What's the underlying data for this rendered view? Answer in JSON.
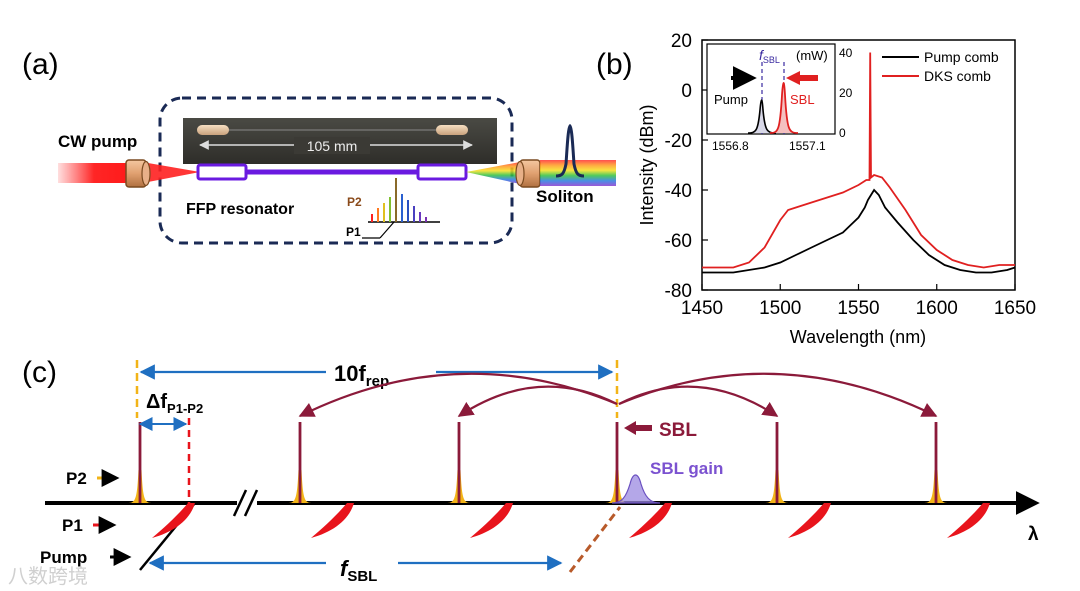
{
  "panel_a": {
    "label": "(a)",
    "cw_pump_label": "CW pump",
    "length_label": "105 mm",
    "resonator_label": "FFP resonator",
    "soliton_label": "Soliton",
    "p1_label": "P1",
    "p2_label": "P2"
  },
  "panel_b": {
    "label": "(b)",
    "inset": {
      "fsbl_label": "f",
      "fsbl_sub": "SBL",
      "unit_label": "(mW)",
      "pump_label": "Pump",
      "sbl_label": "SBL",
      "x_ticks": [
        "1556.8",
        "1557.1"
      ],
      "y_ticks": [
        "40",
        "20",
        "0"
      ]
    }
  },
  "chart_data": {
    "type": "line",
    "title": "",
    "xlabel": "Wavelength (nm)",
    "ylabel": "Intensity (dBm)",
    "xlim": [
      1450,
      1650
    ],
    "ylim": [
      -80,
      20
    ],
    "x_ticks": [
      1450,
      1500,
      1550,
      1600,
      1650
    ],
    "y_ticks": [
      20,
      0,
      -20,
      -40,
      -60,
      -80
    ],
    "legend_position": "top-right",
    "series": [
      {
        "name": "Pump comb",
        "color": "#000000",
        "x": [
          1450,
          1470,
          1490,
          1500,
          1510,
          1520,
          1530,
          1540,
          1545,
          1550,
          1554,
          1556,
          1558,
          1560,
          1563,
          1567,
          1575,
          1585,
          1595,
          1605,
          1615,
          1625,
          1635,
          1645,
          1650
        ],
        "y": [
          -73,
          -73,
          -71,
          -69,
          -66,
          -63,
          -60,
          -57,
          -54,
          -51,
          -47,
          -44,
          -42,
          -40,
          -42,
          -47,
          -53,
          -60,
          -66,
          -70,
          -72,
          -73,
          -73,
          -72,
          -71
        ]
      },
      {
        "name": "DKS comb",
        "color": "#e02020",
        "x": [
          1450,
          1470,
          1480,
          1490,
          1500,
          1505,
          1510,
          1520,
          1530,
          1540,
          1550,
          1555,
          1557,
          1557.5,
          1558,
          1560,
          1565,
          1570,
          1580,
          1590,
          1600,
          1610,
          1620,
          1630,
          1640,
          1650
        ],
        "y": [
          -71,
          -71,
          -69,
          -63,
          -52,
          -48,
          -47,
          -45,
          -43,
          -41,
          -38,
          -36,
          -36,
          15,
          -35,
          -34,
          -35,
          -39,
          -48,
          -58,
          -64,
          -68,
          -70,
          -71,
          -70,
          -70
        ]
      }
    ]
  },
  "panel_c": {
    "label": "(c)",
    "rep_label": "10f",
    "rep_sub": "rep",
    "delta_label": "Δf",
    "delta_sub": "P1-P2",
    "sbl_label": "SBL",
    "sbl_gain_label": "SBL gain",
    "p2_label": "P2",
    "p1_label": "P1",
    "pump_label": "Pump",
    "fsbl_label": "f",
    "fsbl_sub": "SBL",
    "lambda_label": "λ"
  },
  "watermark": "八数跨境",
  "colors": {
    "blue_arrow": "#1f6fc1",
    "dark_red": "#8b1a3a",
    "gold": "#f2b418",
    "red": "#e8141c",
    "purple": "#7b2be0",
    "navy_dash": "#1a2a55"
  }
}
